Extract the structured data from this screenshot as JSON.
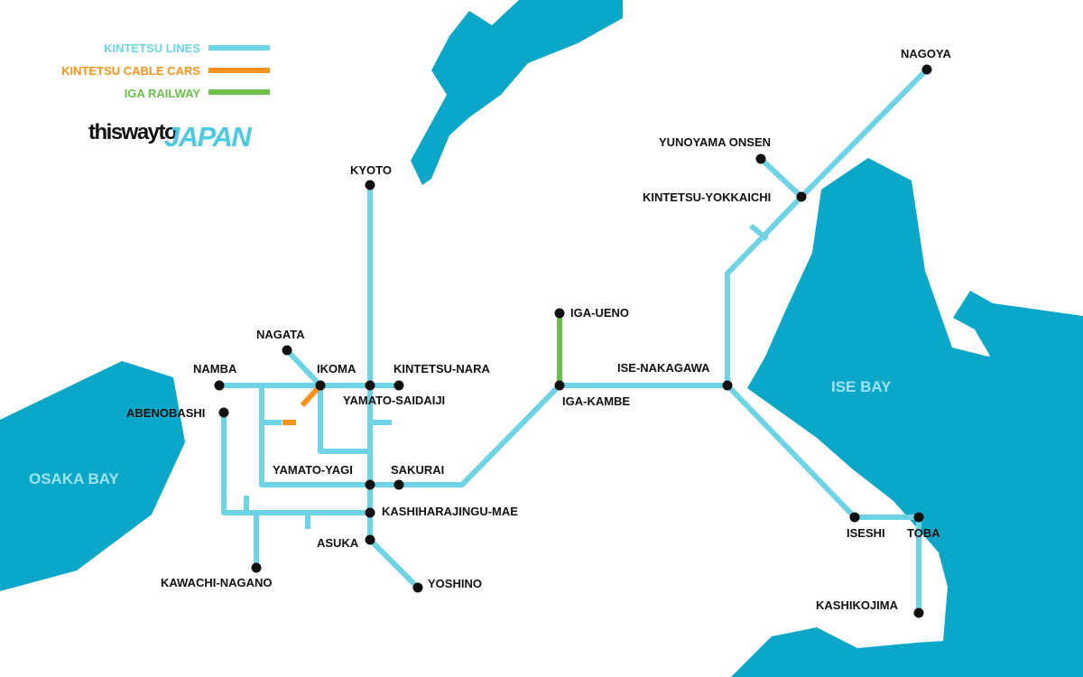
{
  "colors": {
    "water": "#0aa7c9",
    "kintetsu_lines": "#6fd3e6",
    "cable_cars": "#f7931e",
    "iga_railway": "#6cc04a",
    "station": "#111111",
    "water_label": "#9ee3f0"
  },
  "legend": {
    "kintetsu_lines": "KINTETSU LINES",
    "cable_cars": "KINTETSU CABLE CARS",
    "iga_railway": "IGA RAILWAY"
  },
  "brand": {
    "part1": "thiswayto",
    "part2": "JAPAN"
  },
  "water_labels": {
    "osaka_bay": "OSAKA BAY",
    "ise_bay": "ISE BAY"
  },
  "stations": {
    "kyoto": "KYOTO",
    "nagoya": "NAGOYA",
    "yunoyama_onsen": "YUNOYAMA ONSEN",
    "kintetsu_yokkaichi": "KINTETSU-YOKKAICHI",
    "iga_ueno": "IGA-UENO",
    "ise_nakagawa": "ISE-NAKAGAWA",
    "iga_kambe": "IGA-KAMBE",
    "nagata": "NAGATA",
    "namba": "NAMBA",
    "ikoma": "IKOMA",
    "kintetsu_nara": "KINTETSU-NARA",
    "yamato_saidaiji": "YAMATO-SAIDAIJI",
    "abenobashi": "ABENOBASHI",
    "yamato_yagi": "YAMATO-YAGI",
    "sakurai": "SAKURAI",
    "kashiharajingu_mae": "KASHIHARAJINGU-MAE",
    "asuka": "ASUKA",
    "kawachi_nagano": "KAWACHI-NAGANO",
    "yoshino": "YOSHINO",
    "iseshi": "ISESHI",
    "toba": "TOBA",
    "kashikojima": "KASHIKOJIMA"
  }
}
